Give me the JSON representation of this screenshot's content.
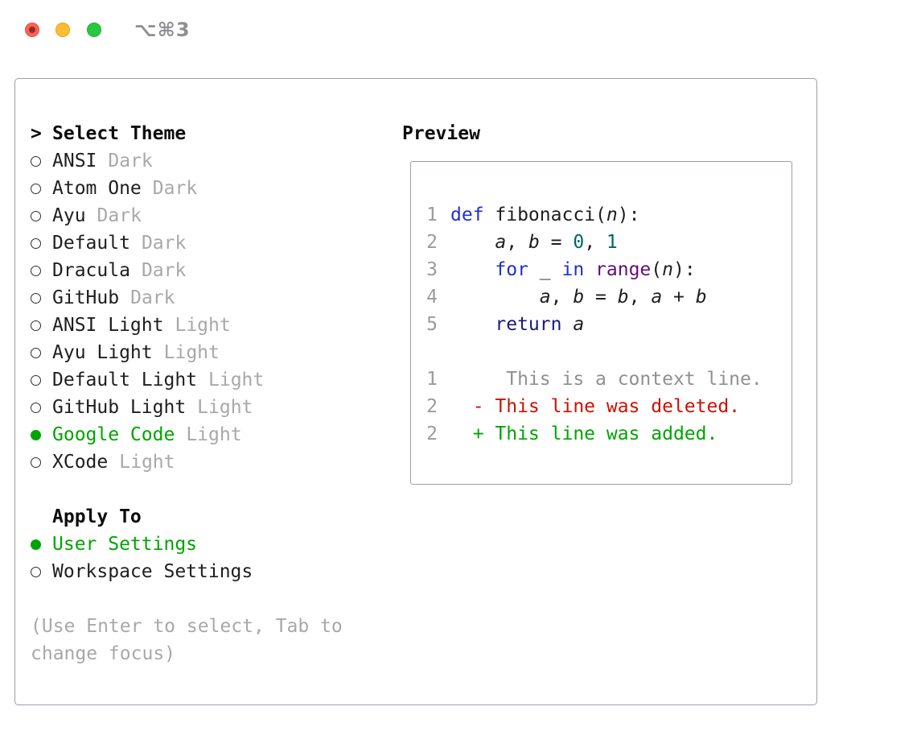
{
  "titlebar": {
    "title": "⌥⌘3"
  },
  "panel": {
    "select_theme": {
      "header_prefix": ">",
      "header": "Select Theme",
      "items": [
        {
          "name": "ANSI",
          "variant": "Dark",
          "selected": false
        },
        {
          "name": "Atom One",
          "variant": "Dark",
          "selected": false
        },
        {
          "name": "Ayu",
          "variant": "Dark",
          "selected": false
        },
        {
          "name": "Default",
          "variant": "Dark",
          "selected": false
        },
        {
          "name": "Dracula",
          "variant": "Dark",
          "selected": false
        },
        {
          "name": "GitHub",
          "variant": "Dark",
          "selected": false
        },
        {
          "name": "ANSI Light",
          "variant": "Light",
          "selected": false
        },
        {
          "name": "Ayu Light",
          "variant": "Light",
          "selected": false
        },
        {
          "name": "Default Light",
          "variant": "Light",
          "selected": false
        },
        {
          "name": "GitHub Light",
          "variant": "Light",
          "selected": false
        },
        {
          "name": "Google Code",
          "variant": "Light",
          "selected": true
        },
        {
          "name": "XCode",
          "variant": "Light",
          "selected": false
        }
      ]
    },
    "apply_to": {
      "header": "Apply To",
      "options": [
        {
          "label": "User Settings",
          "selected": true
        },
        {
          "label": "Workspace Settings",
          "selected": false
        }
      ]
    },
    "help_lines": [
      "(Use Enter to select, Tab to",
      "change focus)"
    ]
  },
  "preview": {
    "title": "Preview",
    "code_lines": [
      {
        "num": "1",
        "tokens": [
          [
            "kw",
            "def"
          ],
          [
            "plain",
            " fibonacci("
          ],
          [
            "var",
            "n"
          ],
          [
            "plain",
            "):"
          ]
        ]
      },
      {
        "num": "2",
        "tokens": [
          [
            "plain",
            "    "
          ],
          [
            "var",
            "a"
          ],
          [
            "plain",
            ", "
          ],
          [
            "var",
            "b"
          ],
          [
            "plain",
            " = "
          ],
          [
            "num",
            "0"
          ],
          [
            "plain",
            ", "
          ],
          [
            "num",
            "1"
          ]
        ]
      },
      {
        "num": "3",
        "tokens": [
          [
            "plain",
            "    "
          ],
          [
            "kw",
            "for"
          ],
          [
            "plain",
            " _ "
          ],
          [
            "kw",
            "in"
          ],
          [
            "plain",
            " "
          ],
          [
            "builtin",
            "range"
          ],
          [
            "plain",
            "("
          ],
          [
            "var",
            "n"
          ],
          [
            "plain",
            "):"
          ]
        ]
      },
      {
        "num": "4",
        "tokens": [
          [
            "plain",
            "        "
          ],
          [
            "var",
            "a"
          ],
          [
            "plain",
            ", "
          ],
          [
            "var",
            "b"
          ],
          [
            "plain",
            " = "
          ],
          [
            "var",
            "b"
          ],
          [
            "plain",
            ", "
          ],
          [
            "var",
            "a"
          ],
          [
            "plain",
            " + "
          ],
          [
            "var",
            "b"
          ]
        ]
      },
      {
        "num": "5",
        "tokens": [
          [
            "plain",
            "    "
          ],
          [
            "kw2",
            "return"
          ],
          [
            "plain",
            " "
          ],
          [
            "var",
            "a"
          ]
        ]
      }
    ],
    "diff_lines": [
      {
        "num": "1",
        "content": "     This is a context line.",
        "type": "context"
      },
      {
        "num": "2",
        "content": "  - This line was deleted.",
        "type": "deleted"
      },
      {
        "num": "2",
        "content": "  + This line was added.",
        "type": "added"
      }
    ]
  },
  "colors": {
    "accent_green": "#00a400",
    "keyword_blue": "#2030d0",
    "keyword_navy": "#191980",
    "number_teal": "#006666",
    "builtin_purple": "#660e7a",
    "deleted_red": "#cc1100",
    "added_green": "#00a400",
    "context_gray": "#909090",
    "line_number_gray": "#9b9b9b",
    "muted_gray": "#a8a8a8"
  }
}
